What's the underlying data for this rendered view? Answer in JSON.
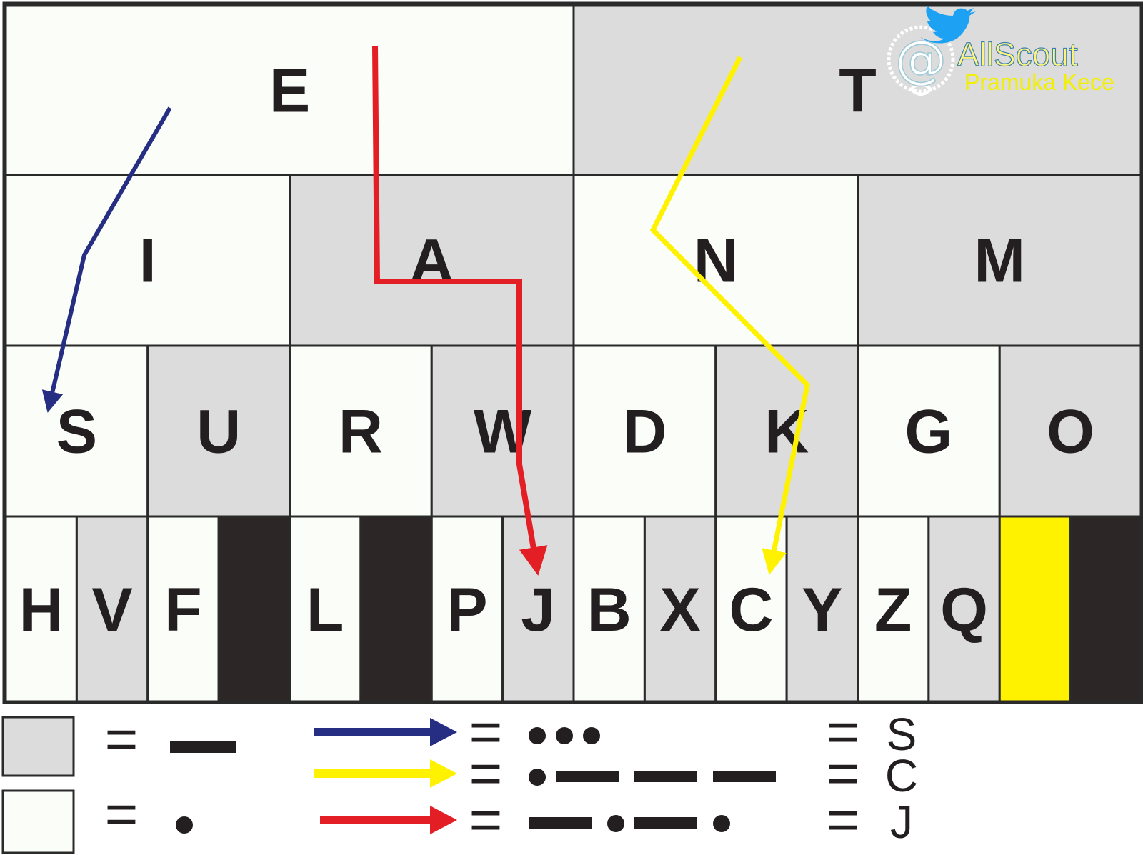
{
  "chart": {
    "rows": [
      [
        {
          "letter": "E",
          "shade": "white"
        },
        {
          "letter": "T",
          "shade": "gray"
        }
      ],
      [
        {
          "letter": "I",
          "shade": "white"
        },
        {
          "letter": "A",
          "shade": "gray"
        },
        {
          "letter": "N",
          "shade": "white"
        },
        {
          "letter": "M",
          "shade": "gray"
        }
      ],
      [
        {
          "letter": "S",
          "shade": "white"
        },
        {
          "letter": "U",
          "shade": "gray"
        },
        {
          "letter": "R",
          "shade": "white"
        },
        {
          "letter": "W",
          "shade": "gray"
        },
        {
          "letter": "D",
          "shade": "white"
        },
        {
          "letter": "K",
          "shade": "gray"
        },
        {
          "letter": "G",
          "shade": "white"
        },
        {
          "letter": "O",
          "shade": "gray"
        }
      ],
      [
        {
          "letter": "H",
          "shade": "white"
        },
        {
          "letter": "V",
          "shade": "gray"
        },
        {
          "letter": "F",
          "shade": "white"
        },
        {
          "letter": "",
          "shade": "black"
        },
        {
          "letter": "L",
          "shade": "white"
        },
        {
          "letter": "",
          "shade": "black"
        },
        {
          "letter": "P",
          "shade": "white"
        },
        {
          "letter": "J",
          "shade": "gray"
        },
        {
          "letter": "B",
          "shade": "white"
        },
        {
          "letter": "X",
          "shade": "gray"
        },
        {
          "letter": "C",
          "shade": "white"
        },
        {
          "letter": "Y",
          "shade": "gray"
        },
        {
          "letter": "Z",
          "shade": "white"
        },
        {
          "letter": "Q",
          "shade": "gray"
        },
        {
          "letter": "",
          "shade": "yellow"
        },
        {
          "letter": "",
          "shade": "black"
        }
      ]
    ]
  },
  "paths": [
    {
      "target": "S",
      "color_name": "blue",
      "color": "#262e84",
      "code": [
        "dot",
        "dot",
        "dot"
      ]
    },
    {
      "target": "C",
      "color_name": "yellow",
      "color": "#fff200",
      "code": [
        "dot",
        "dash",
        "dash",
        "dash"
      ]
    },
    {
      "target": "J",
      "color_name": "red",
      "color": "#e31e24",
      "code": [
        "dash",
        "dot",
        "dash",
        "dot"
      ]
    }
  ],
  "legend": {
    "gray_box_means": "dash",
    "white_box_means": "dot",
    "equals": "="
  },
  "watermark": {
    "at_symbol": "@",
    "title": "AllScout",
    "subtitle": "Pramuka Kece"
  },
  "colors": {
    "gray": "#dcdcdc",
    "white": "#fbfdf9",
    "black": "#2c2627",
    "yellow": "#fff200",
    "ink": "#231f20",
    "border": "#2a2a2a"
  }
}
